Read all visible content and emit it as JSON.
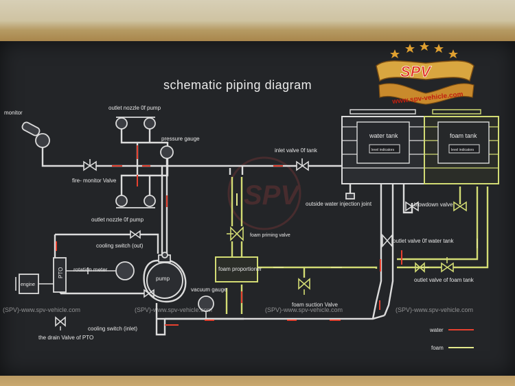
{
  "title": "schematic piping diagram",
  "logo": {
    "text": "SPV",
    "url": "www.spv-vehicle.com"
  },
  "tanks": {
    "water": {
      "label": "water tank",
      "indicator": "level indicators"
    },
    "foam": {
      "label": "foam tank",
      "indicator": "level indicators"
    }
  },
  "labels": {
    "monitor": "monitor",
    "outlet_nozzle_top": "outlet nozzle 0f pump",
    "pressure_gauge": "pressure gauge",
    "inlet_valve_tank": "inlet valve 0f tank",
    "fire_monitor_valve": "fire- monitor Valve",
    "outlet_nozzle_bottom": "outlet nozzle 0f pump",
    "outside_water_joint": "outside water injection joint",
    "blowdown_valve": "blowdown valve",
    "foam_priming_valve": "foam priming valve",
    "cooling_switch_out": "cooling switch  (out)",
    "outlet_valve_water_tank": "outlet valve 0f water tank",
    "rotation_meter": "rotation meter",
    "pto": "PTO",
    "engine": "engine",
    "pump": "pump",
    "foam_proportioner": "foam proportioner",
    "vacuum_gauge": "vacuum gauge",
    "outlet_valve_foam_tank": "outlet valve of foam tank",
    "foam_suction_valve": "foam suction Valve",
    "cooling_switch_inlet": "cooling switch  (inlet)",
    "drain_valve_pto": "the drain Valve of PTO"
  },
  "legend": {
    "water": "water",
    "foam": "foam"
  },
  "colors": {
    "water_pipe": "#dcdcdc",
    "water_flow": "#e8412f",
    "foam_pipe": "#d3dc74",
    "board": "#232528",
    "logo_red": "#e03020",
    "logo_gold": "#d9a640"
  },
  "watermark": "(SPV)-www.spv-vehicle.com"
}
